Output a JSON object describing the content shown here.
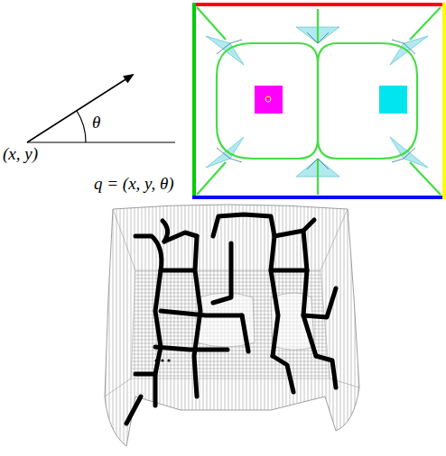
{
  "diagram": {
    "labels": [
      "θ",
      "(x, y)",
      "q = (x, y, θ)"
    ]
  }
}
